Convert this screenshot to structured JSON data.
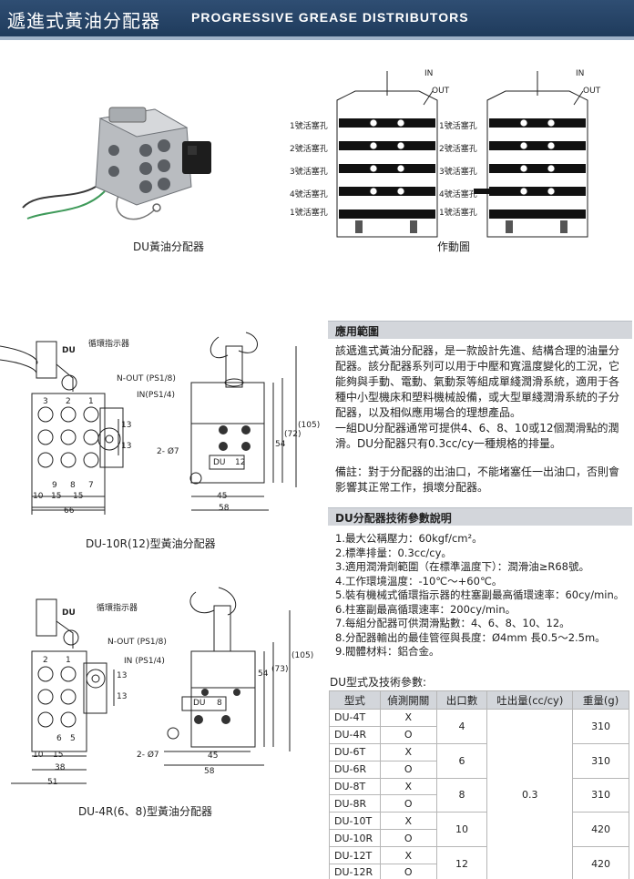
{
  "header": {
    "title_zh": "遞進式黃油分配器",
    "title_en": "PROGRESSIVE GREASE DISTRIBUTORS"
  },
  "photo": {
    "caption": "DU黃油分配器"
  },
  "operation": {
    "caption": "作動圖",
    "in_label": "IN",
    "out_label": "OUT",
    "left_labels": [
      "1號活塞孔",
      "2號活塞孔",
      "3號活塞孔",
      "4號活塞孔",
      "1號活塞孔"
    ],
    "right_labels": [
      "1號活塞孔",
      "2號活塞孔",
      "3號活塞孔",
      "4號活塞孔",
      "1號活塞孔"
    ]
  },
  "drawing1": {
    "caption": "DU-10R(12)型黃油分配器",
    "indicator": "循環指示器",
    "n_out": "N-OUT (PS1/8)",
    "in": "IN(PS1/4)",
    "hole": "2- Ø7",
    "dims": {
      "d10": "10",
      "d15a": "15",
      "d15b": "15",
      "d66": "66",
      "d45": "45",
      "d58": "58",
      "d54": "54",
      "d72": "(72)",
      "d105": "(105)",
      "d13a": "13",
      "d13b": "13",
      "d12": "12"
    },
    "ports_top": [
      "3",
      "2",
      "1"
    ],
    "ports_bottom": [
      "9",
      "8",
      "7"
    ],
    "du": "DU"
  },
  "drawing2": {
    "caption": "DU-4R(6、8)型黃油分配器",
    "indicator": "循環指示器",
    "n_out": "N-OUT (PS1/8)",
    "in": "IN (PS1/4)",
    "hole": "2- Ø7",
    "dims": {
      "d10": "10",
      "d15": "15",
      "d38": "38",
      "d51": "51",
      "d45": "45",
      "d58": "58",
      "d54": "54",
      "d73": "(73)",
      "d105": "(105)",
      "d13a": "13",
      "d13b": "13",
      "d8": "8"
    },
    "ports_top": [
      "2",
      "1"
    ],
    "ports_bottom": [
      "6",
      "5"
    ],
    "du": "DU"
  },
  "application": {
    "heading": "應用範圍",
    "p1": "該遞進式黃油分配器，是一款設計先進、結構合理的油量分配器。該分配器系列可以用于中壓和寬溫度變化的工況，它能夠與手動、電動、氣動泵等組成單綫潤滑系統，適用于各種中小型機床和塑料機械設備，或大型單綫潤滑系統的子分配器，以及相似應用場合的理想產品。",
    "p2": "一組DU分配器通常可提供4、6、8、10或12個潤滑點的潤滑。DU分配器只有0.3cc/cy一種規格的排量。",
    "note": "備註：對于分配器的出油口，不能堵塞任一出油口，否則會影響其正常工作，損壞分配器。"
  },
  "specs": {
    "heading": "DU分配器技術參數說明",
    "items": [
      "1.最大公稱壓力：60kgf/cm²。",
      "2.標準排量：0.3cc/cy。",
      "3.適用潤滑劑範圍（在標準溫度下）：潤滑油≥R68號。",
      "4.工作環境溫度：-10℃～+60℃。",
      "5.裝有機械式循環指示器的柱塞副最高循環速率：60cy/min。",
      "6.柱塞副最高循環速率：200cy/min。",
      "7.每組分配器可供潤滑點數：4、6、8、10、12。",
      "8.分配器輸出的最佳管徑與長度：Ø4mm 長0.5～2.5m。",
      "9.閥體材料：鋁合金。"
    ],
    "table_title": "DU型式及技術參數:"
  },
  "table": {
    "headers": [
      "型式",
      "偵測開關",
      "出口數",
      "吐出量(cc/cy)",
      "重量(g)"
    ],
    "rows": [
      {
        "model": "DU-4T",
        "switch": "X"
      },
      {
        "model": "DU-4R",
        "switch": "O"
      },
      {
        "model": "DU-6T",
        "switch": "X"
      },
      {
        "model": "DU-6R",
        "switch": "O"
      },
      {
        "model": "DU-8T",
        "switch": "X"
      },
      {
        "model": "DU-8R",
        "switch": "O"
      },
      {
        "model": "DU-10T",
        "switch": "X"
      },
      {
        "model": "DU-10R",
        "switch": "O"
      },
      {
        "model": "DU-12T",
        "switch": "X"
      },
      {
        "model": "DU-12R",
        "switch": "O"
      }
    ],
    "outlets": [
      "4",
      "6",
      "8",
      "10",
      "12"
    ],
    "weights": [
      "310",
      "310",
      "310",
      "420",
      "420"
    ],
    "discharge": "0.3"
  }
}
